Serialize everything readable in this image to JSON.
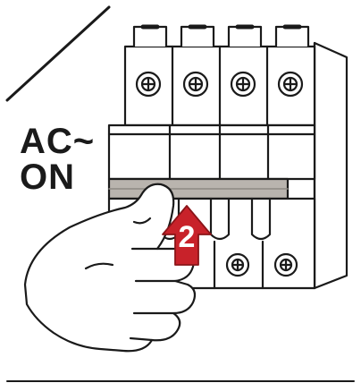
{
  "label": {
    "line1": "AC~",
    "line2": "ON"
  },
  "step": {
    "number": "2"
  },
  "colors": {
    "arrow": "#c8222a",
    "handle": "#b9b4ae",
    "outline": "#1a1a1a"
  },
  "icons": [
    "mounting-screw-icon",
    "up-arrow-icon",
    "hand-icon"
  ]
}
